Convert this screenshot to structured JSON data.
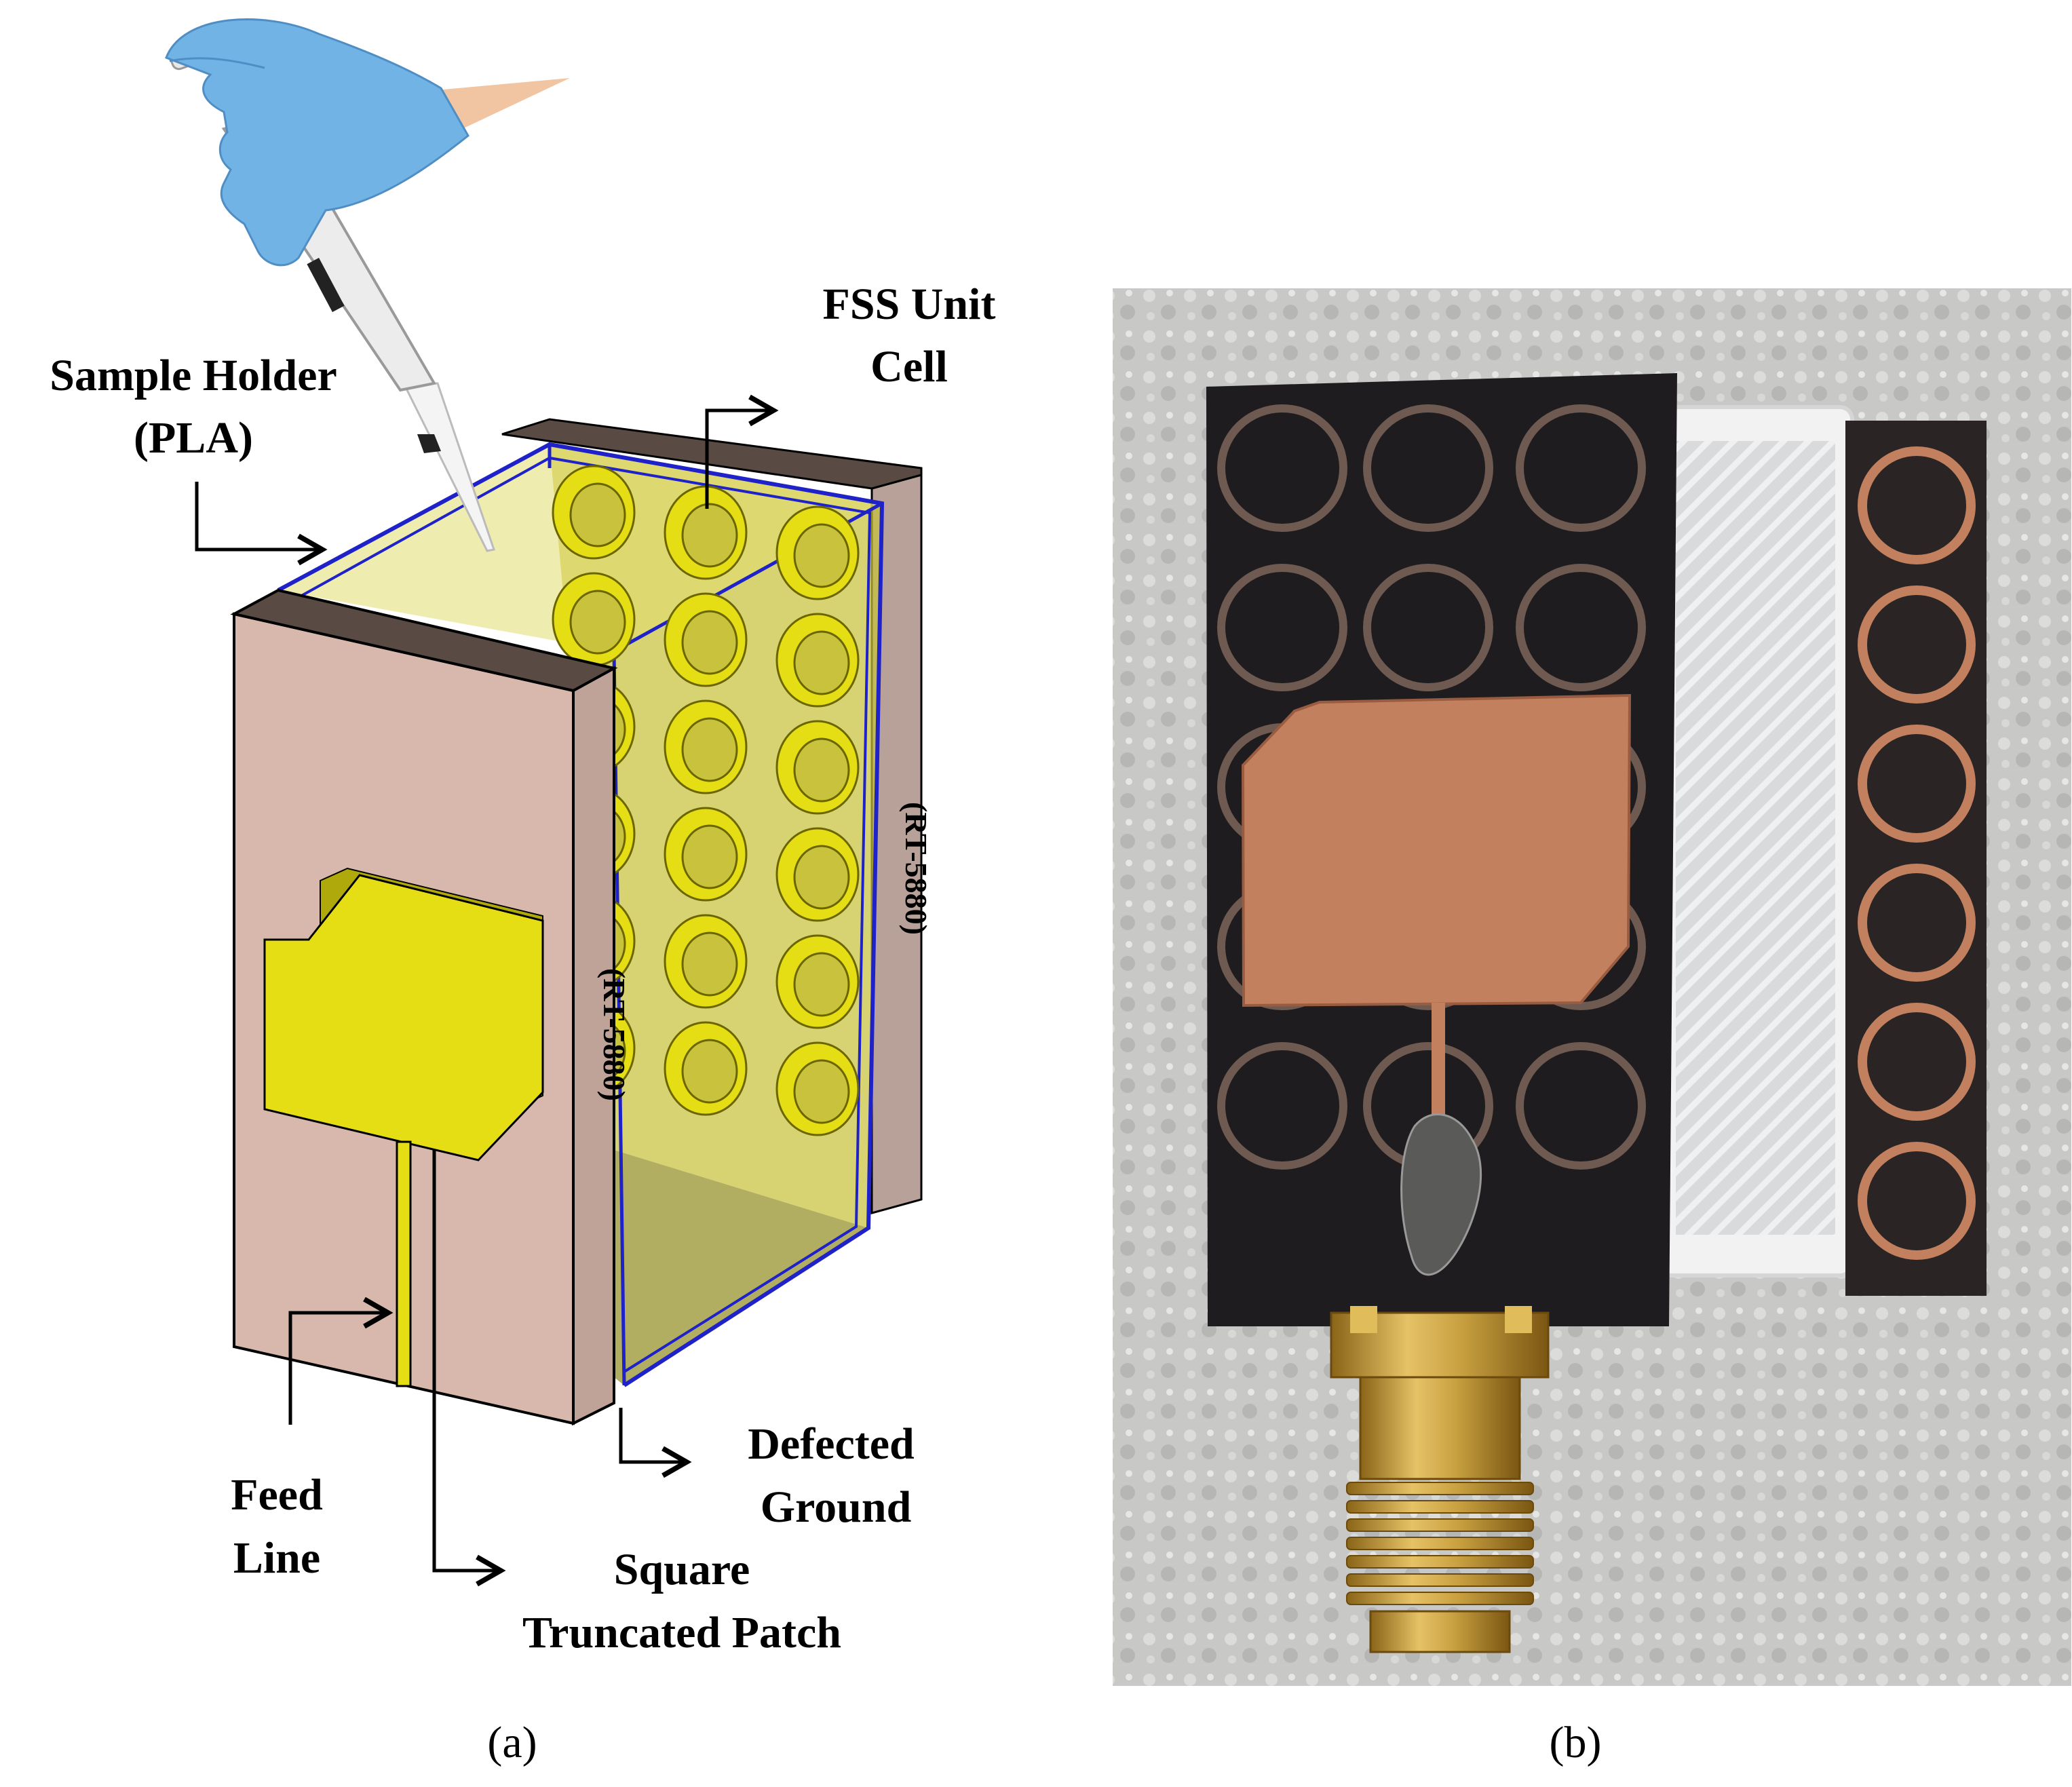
{
  "panel_a": {
    "labels": {
      "sample_holder": [
        "Sample Holder",
        "(PLA)"
      ],
      "fss_unit_cell": [
        "FSS Unit",
        "Cell"
      ],
      "feed_line": [
        "Feed",
        "Line"
      ],
      "square_truncated_patch": [
        "Square",
        "Truncated Patch"
      ],
      "defected_ground": [
        "Defected",
        "Ground"
      ],
      "substrate_front": "(RT-5880)",
      "substrate_back": "(RT-5880)"
    },
    "caption": "(a)"
  },
  "panel_b": {
    "caption": "(b)"
  },
  "colors": {
    "substrate": "#D8B8AC",
    "substrate_top": "#5A4A44",
    "copper_yellow": "#E6DE14",
    "holder_blue": "#1E22C8",
    "holder_fill": "#C8C23C",
    "photo_background": "#C9C9C7",
    "board_black": "#1E1C1E",
    "copper": "#C2805E",
    "connector_gold": "#C8A040"
  },
  "icons": [
    "gloved-hand-icon",
    "pipette-icon",
    "arrow-icon",
    "sma-connector-icon"
  ]
}
